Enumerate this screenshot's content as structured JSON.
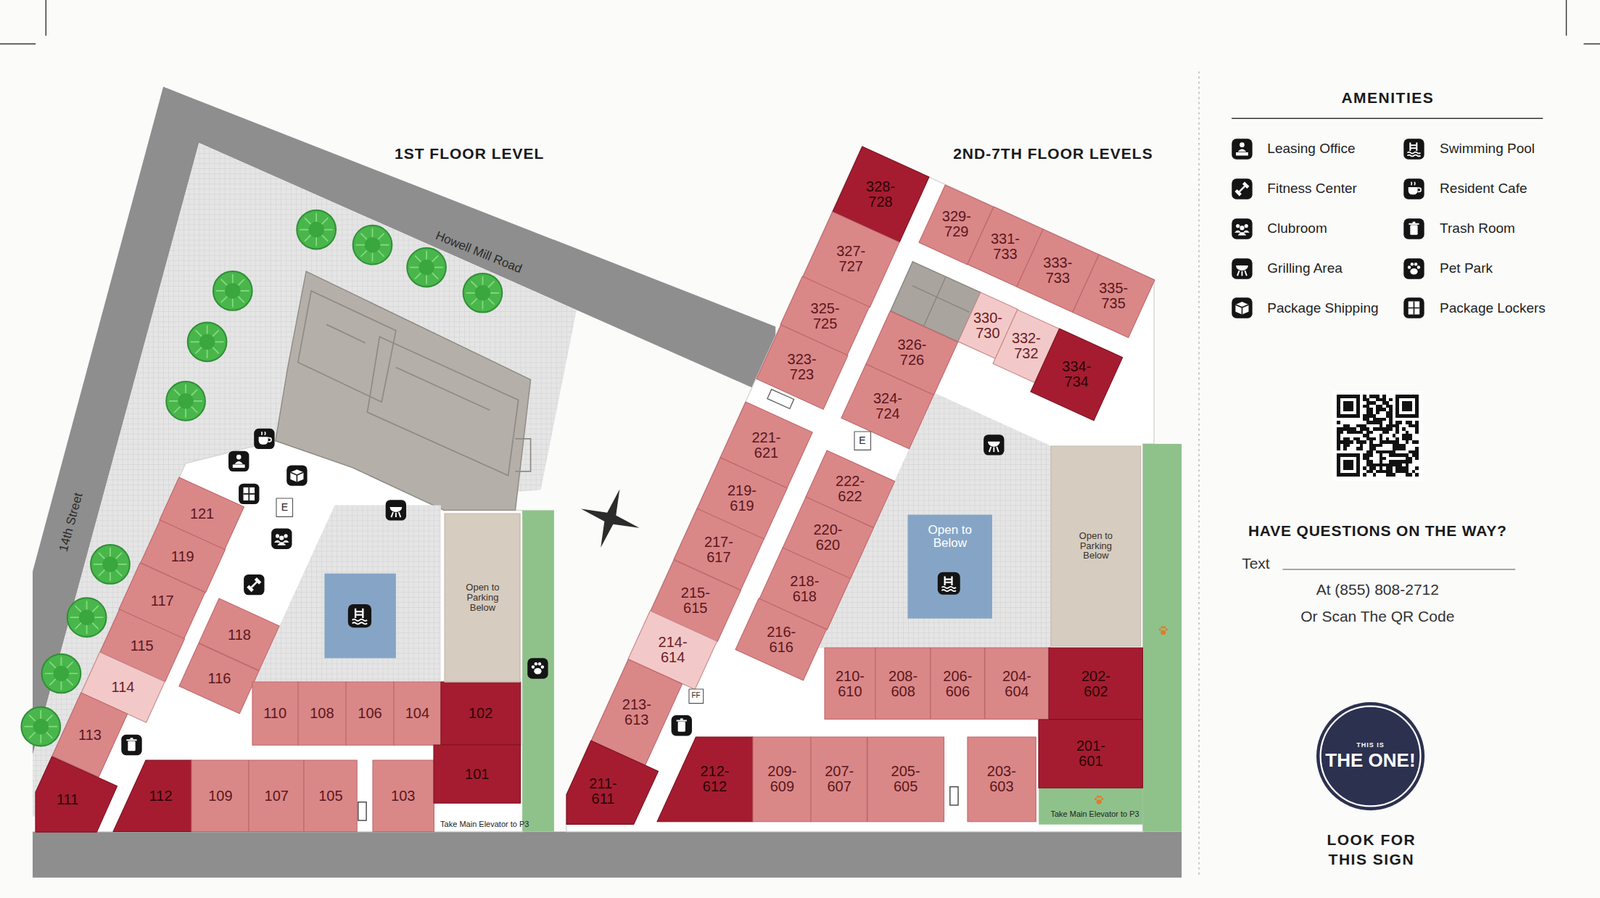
{
  "diagram": {
    "nodes": [
      {
        "text": [
          "121"
        ]
      },
      {
        "text": [
          "119"
        ]
      },
      {
        "text": [
          "117"
        ]
      },
      {
        "text": [
          "115"
        ]
      },
      {
        "text": [
          "114"
        ]
      },
      {
        "text": [
          "113"
        ]
      },
      {
        "text": [
          "111"
        ]
      },
      {
        "text": [
          "118"
        ]
      },
      {
        "text": [
          "116"
        ]
      },
      {
        "text": [
          "110"
        ]
      },
      {
        "text": [
          "108"
        ]
      },
      {
        "text": [
          "106"
        ]
      },
      {
        "text": [
          "104"
        ]
      },
      {
        "text": [
          "102"
        ]
      },
      {
        "text": [
          "112"
        ]
      },
      {
        "text": [
          "109"
        ]
      },
      {
        "text": [
          "107"
        ]
      },
      {
        "text": [
          "105"
        ]
      },
      {
        "text": [
          "103"
        ]
      },
      {
        "text": [
          "101"
        ]
      },
      {
        "text": [
          "E"
        ]
      },
      {
        "text": [
          "Open to Parking Below"
        ]
      },
      {
        "text": [
          "328-728"
        ]
      },
      {
        "text": [
          "327-727"
        ]
      },
      {
        "text": [
          "325-725"
        ]
      },
      {
        "text": [
          "323-723"
        ]
      },
      {
        "text": [
          "221-621"
        ]
      },
      {
        "text": [
          "219-619"
        ]
      },
      {
        "text": [
          "217-617"
        ]
      },
      {
        "text": [
          "215-615"
        ]
      },
      {
        "text": [
          "214-614"
        ]
      },
      {
        "text": [
          "213-613"
        ]
      },
      {
        "text": [
          "211-611"
        ]
      },
      {
        "text": [
          "329-729"
        ]
      },
      {
        "text": [
          "331-733"
        ]
      },
      {
        "text": [
          "333-733"
        ]
      },
      {
        "text": [
          "335-735"
        ]
      },
      {
        "text": [
          "326-726"
        ]
      },
      {
        "text": [
          "330-730"
        ]
      },
      {
        "text": [
          "332-732"
        ]
      },
      {
        "text": [
          "334-734"
        ]
      },
      {
        "text": [
          "324-724"
        ]
      },
      {
        "text": [
          "222-622"
        ]
      },
      {
        "text": [
          "220-620"
        ]
      },
      {
        "text": [
          "218-618"
        ]
      },
      {
        "text": [
          "216-616"
        ]
      },
      {
        "text": [
          "210-610"
        ]
      },
      {
        "text": [
          "208-608"
        ]
      },
      {
        "text": [
          "206-606"
        ]
      },
      {
        "text": [
          "204-604"
        ]
      },
      {
        "text": [
          "202-602"
        ]
      },
      {
        "text": [
          "212-612"
        ]
      },
      {
        "text": [
          "209-609"
        ]
      },
      {
        "text": [
          "207-607"
        ]
      },
      {
        "text": [
          "205-605"
        ]
      },
      {
        "text": [
          "203-603"
        ]
      },
      {
        "text": [
          "201-601"
        ]
      },
      {
        "text": [
          "E"
        ]
      },
      {
        "text": [
          "FF"
        ]
      },
      {
        "text": [
          "Open to Below"
        ]
      },
      {
        "text": [
          "Open to Parking Below"
        ]
      },
      {
        "text": [
          "THIS IS",
          "THE ONE!"
        ]
      }
    ],
    "labels": [
      "1ST FLOOR LEVEL",
      "2ND-7TH FLOOR LEVELS",
      "Howell Mill Road",
      "14th Street",
      "Take Main Elevator to P3",
      "Take Main Elevator to P3",
      "AMENITIES",
      "HAVE QUESTIONS ON THE WAY?",
      "Text",
      "At (855) 808-2712",
      "Or Scan The QR Code",
      "LOOK FOR THIS SIGN"
    ],
    "legend": [
      {
        "text": "Leasing Office"
      },
      {
        "text": "Swimming Pool"
      },
      {
        "text": "Fitness Center"
      },
      {
        "text": "Resident Cafe"
      },
      {
        "text": "Clubroom"
      },
      {
        "text": "Trash Room"
      },
      {
        "text": "Grilling Area"
      },
      {
        "text": "Pet Park"
      },
      {
        "text": "Package Shipping"
      },
      {
        "text": "Package Lockers"
      }
    ]
  }
}
